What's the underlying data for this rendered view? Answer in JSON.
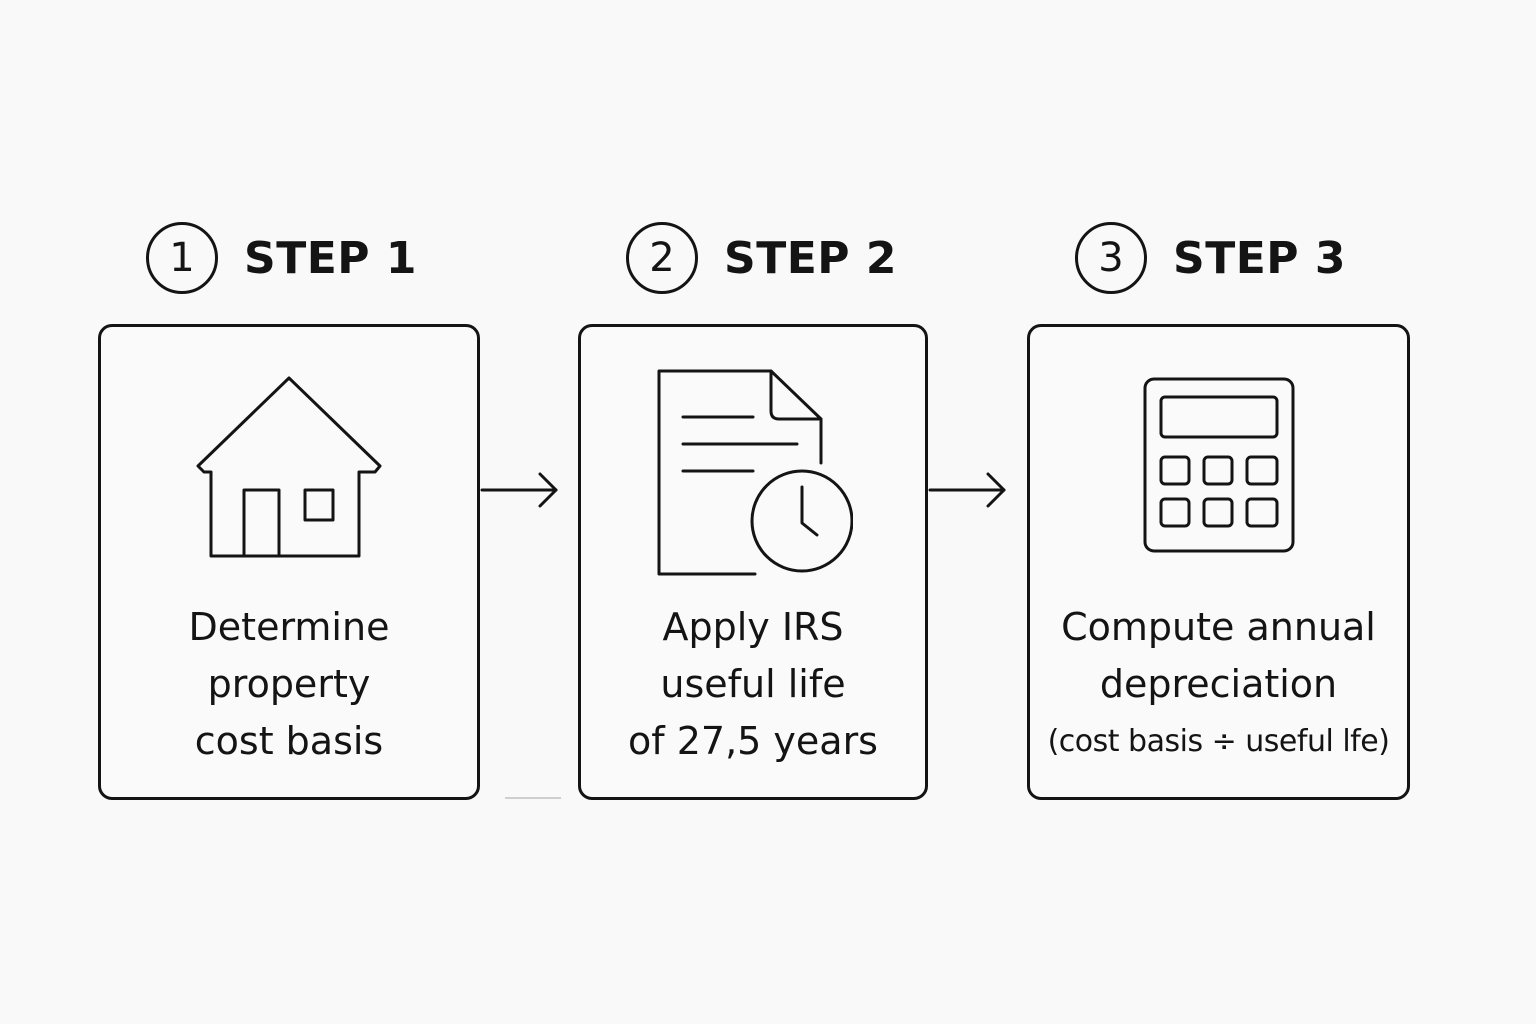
{
  "steps": [
    {
      "number": "1",
      "title": "STEP 1",
      "icon": "house-icon",
      "lines": [
        "Determine",
        "property",
        "cost basis"
      ]
    },
    {
      "number": "2",
      "title": "STEP 2",
      "icon": "document-clock-icon",
      "lines": [
        "Apply IRS",
        "useful life",
        "of 27,5 years"
      ]
    },
    {
      "number": "3",
      "title": "STEP 3",
      "icon": "calculator-icon",
      "lines": [
        "Compute annual",
        "depreciation"
      ],
      "formula": "(cost basis ÷ useful lfe)"
    }
  ],
  "colors": {
    "background": "#f9f9f9",
    "stroke": "#141414"
  }
}
